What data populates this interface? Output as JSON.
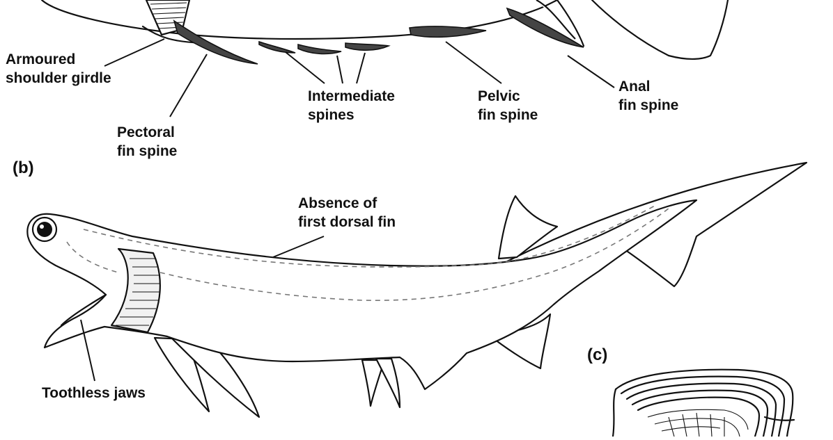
{
  "panels": {
    "b": "(b)",
    "c": "(c)"
  },
  "labels": {
    "armoured_1": "Armoured",
    "armoured_2": "shoulder girdle",
    "pectoral_1": "Pectoral",
    "pectoral_2": "fin spine",
    "intermediate_1": "Intermediate",
    "intermediate_2": "spines",
    "pelvic_1": "Pelvic",
    "pelvic_2": "fin spine",
    "anal_1": "Anal",
    "anal_2": "fin spine",
    "dorsal_1": "Absence of",
    "dorsal_2": "first dorsal fin",
    "jaws": "Toothless jaws"
  }
}
